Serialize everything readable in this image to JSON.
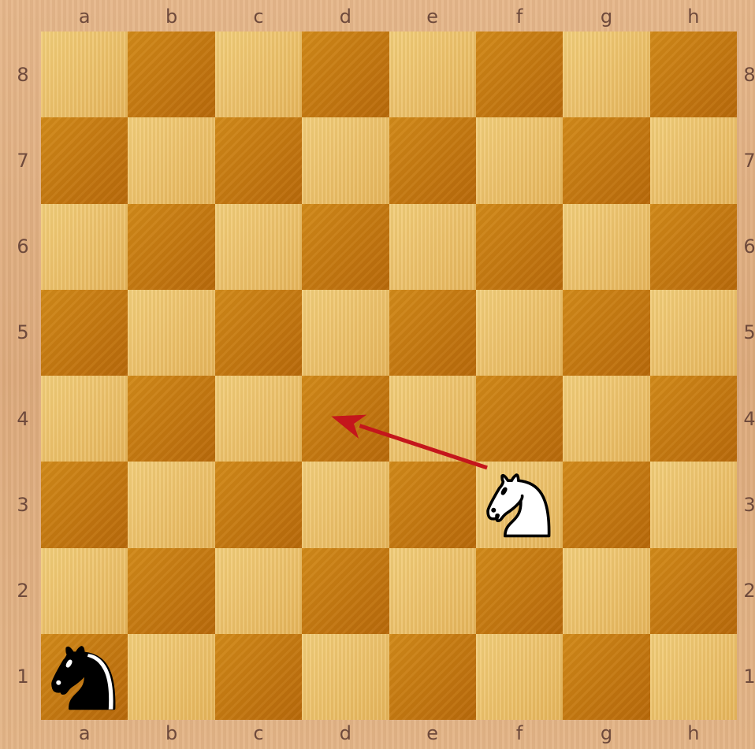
{
  "board": {
    "files": [
      "a",
      "b",
      "c",
      "d",
      "e",
      "f",
      "g",
      "h"
    ],
    "ranks": [
      "8",
      "7",
      "6",
      "5",
      "4",
      "3",
      "2",
      "1"
    ],
    "light_color": "#f2cd79",
    "dark_color": "#c27a12",
    "frame_color": "#e0ae80",
    "coordinate_color": "#6e4a3c"
  },
  "pieces": [
    {
      "type": "knight",
      "color": "white",
      "square": "f3",
      "icon": "white-knight-icon"
    },
    {
      "type": "knight",
      "color": "black",
      "square": "a1",
      "icon": "black-knight-icon"
    }
  ],
  "arrows": [
    {
      "from": "f3",
      "to": "d4",
      "color": "#c4161c",
      "icon": "move-arrow"
    }
  ]
}
